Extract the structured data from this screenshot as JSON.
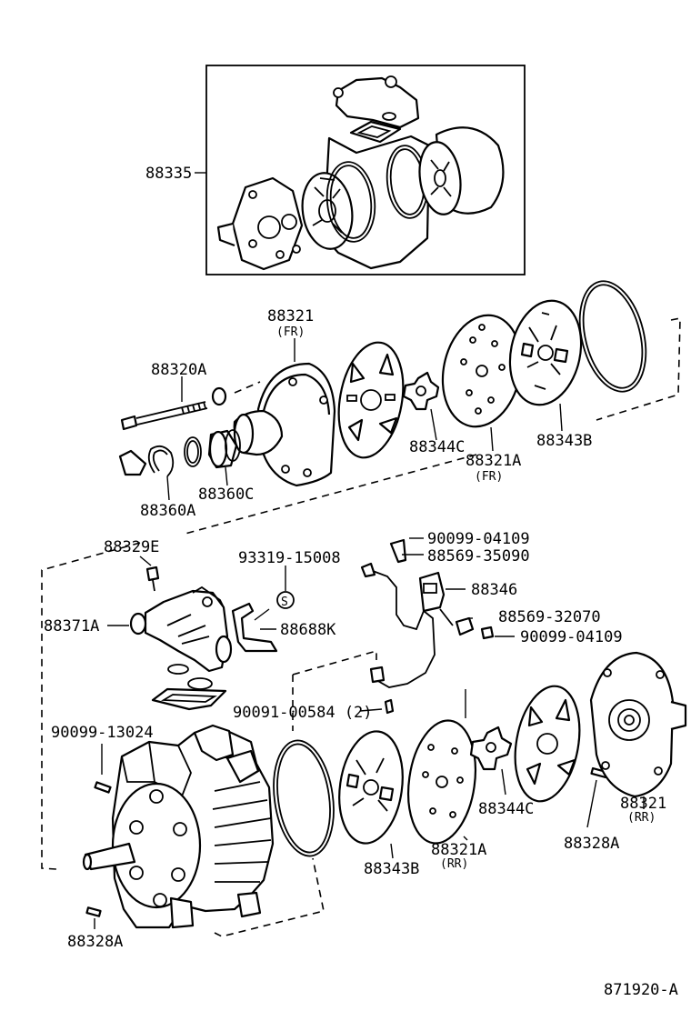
{
  "diagram": {
    "ref_code": "871920-A",
    "s_mark": "S",
    "assembly_label": "88335",
    "labels": [
      {
        "id": "88321-fr",
        "text": "88321",
        "sub": "(FR)"
      },
      {
        "id": "88320a",
        "text": "88320A"
      },
      {
        "id": "88344c-top",
        "text": "88344C"
      },
      {
        "id": "88321a-fr",
        "text": "88321A",
        "sub": "(FR)"
      },
      {
        "id": "88343b-top",
        "text": "88343B"
      },
      {
        "id": "88360a",
        "text": "88360A"
      },
      {
        "id": "88360c",
        "text": "88360C"
      },
      {
        "id": "88329e",
        "text": "88329E"
      },
      {
        "id": "93319-15008",
        "text": "93319-15008"
      },
      {
        "id": "90099-04109-a",
        "text": "90099-04109"
      },
      {
        "id": "88569-35090",
        "text": "88569-35090"
      },
      {
        "id": "88346",
        "text": "88346"
      },
      {
        "id": "88371a",
        "text": "88371A"
      },
      {
        "id": "88688k",
        "text": "88688K"
      },
      {
        "id": "88569-32070",
        "text": "88569-32070"
      },
      {
        "id": "90099-04109-b",
        "text": "90099-04109"
      },
      {
        "id": "90091-00584",
        "text": "90091-00584 (2)"
      },
      {
        "id": "90099-13024",
        "text": "90099-13024"
      },
      {
        "id": "88321-rr",
        "text": "88321",
        "sub": "(RR)"
      },
      {
        "id": "88344c-bot",
        "text": "88344C"
      },
      {
        "id": "88328a-right",
        "text": "88328A"
      },
      {
        "id": "88343b-bot",
        "text": "88343B"
      },
      {
        "id": "88321a-rr",
        "text": "88321A",
        "sub": "(RR)"
      },
      {
        "id": "88328a-left",
        "text": "88328A"
      }
    ]
  }
}
